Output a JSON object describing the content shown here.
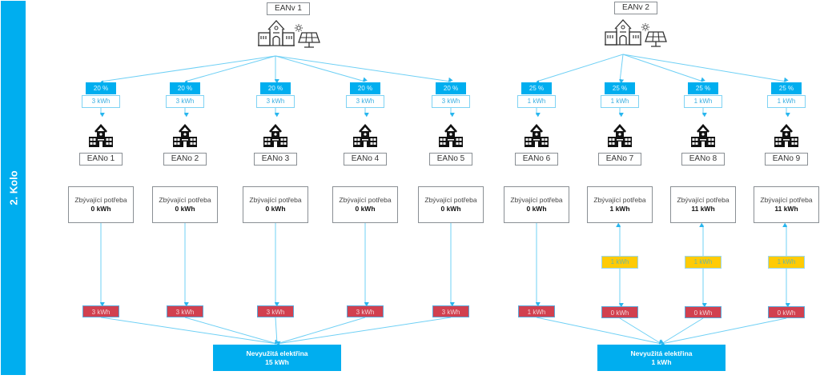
{
  "sidebar": {
    "label": "2. Kolo",
    "color": "#00aeef"
  },
  "colors": {
    "accent": "#00aeef",
    "red": "#d1404f",
    "yellow": "#ffcb05"
  },
  "sources": [
    {
      "label": "EANv 1",
      "icons": [
        "school-icon",
        "solar-panel-icon"
      ]
    },
    {
      "label": "EANv 2",
      "icons": [
        "school-icon",
        "solar-panel-icon"
      ]
    }
  ],
  "consumers": [
    {
      "label": "EANo 1",
      "share": "20 %",
      "allocated": "3 kWh",
      "remaining_title": "Zbývající potřeba",
      "remaining": "0 kWh",
      "surplus": "3 kWh",
      "extra": null
    },
    {
      "label": "EANo 2",
      "share": "20 %",
      "allocated": "3 kWh",
      "remaining_title": "Zbývající potřeba",
      "remaining": "0 kWh",
      "surplus": "3 kWh",
      "extra": null
    },
    {
      "label": "EANo 3",
      "share": "20 %",
      "allocated": "3 kWh",
      "remaining_title": "Zbývající potřeba",
      "remaining": "0 kWh",
      "surplus": "3 kWh",
      "extra": null
    },
    {
      "label": "EANo 4",
      "share": "20 %",
      "allocated": "3 kWh",
      "remaining_title": "Zbývající potřeba",
      "remaining": "0 kWh",
      "surplus": "3 kWh",
      "extra": null
    },
    {
      "label": "EANo 5",
      "share": "20 %",
      "allocated": "3 kWh",
      "remaining_title": "Zbývající potřeba",
      "remaining": "0 kWh",
      "surplus": "3 kWh",
      "extra": null
    },
    {
      "label": "EANo 6",
      "share": "25 %",
      "allocated": "1 kWh",
      "remaining_title": "Zbývající potřeba",
      "remaining": "0 kWh",
      "surplus": "1 kWh",
      "extra": null
    },
    {
      "label": "EANo 7",
      "share": "25 %",
      "allocated": "1 kWh",
      "remaining_title": "Zbývající potřeba",
      "remaining": "1 kWh",
      "surplus": "0 kWh",
      "extra": "1 kWh"
    },
    {
      "label": "EANo 8",
      "share": "25 %",
      "allocated": "1 kWh",
      "remaining_title": "Zbývající potřeba",
      "remaining": "11 kWh",
      "surplus": "0 kWh",
      "extra": "1 kWh"
    },
    {
      "label": "EANo 9",
      "share": "25 %",
      "allocated": "1 kWh",
      "remaining_title": "Zbývající potřeba",
      "remaining": "11 kWh",
      "surplus": "0 kWh",
      "extra": "1 kWh"
    }
  ],
  "groups": [
    {
      "source": 0,
      "members": [
        0,
        1,
        2,
        3,
        4
      ],
      "unused_title": "Nevyužitá elektřina",
      "unused_value": "15 kWh"
    },
    {
      "source": 1,
      "members": [
        5,
        6,
        7,
        8
      ],
      "unused_title": "Nevyužitá elektřina",
      "unused_value": "1 kWh"
    }
  ]
}
